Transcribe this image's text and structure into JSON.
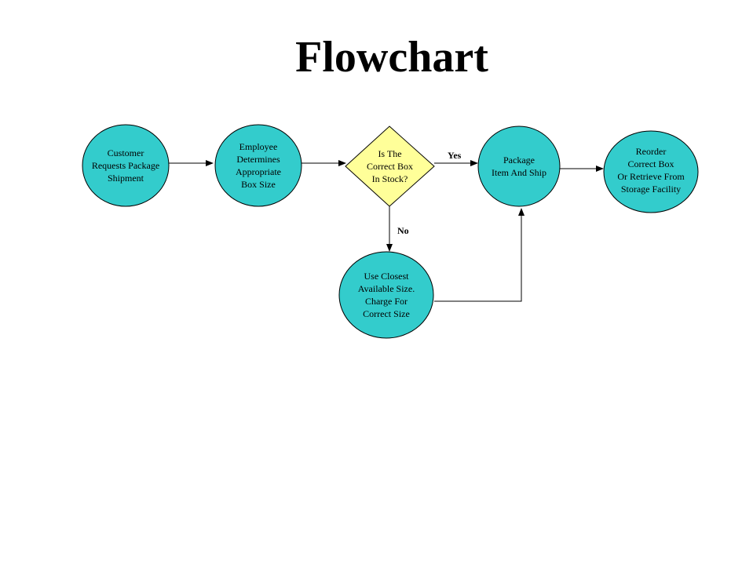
{
  "title": "Flowchart",
  "colors": {
    "process_fill": "#33CCCC",
    "decision_fill": "#FFFF99",
    "stroke": "#000000"
  },
  "nodes": {
    "customer_request": {
      "type": "process",
      "label": "Customer\nRequests Package\nShipment"
    },
    "employee_determines": {
      "type": "process",
      "label": "Employee\nDetermines\nAppropriate\nBox Size"
    },
    "box_in_stock": {
      "type": "decision",
      "label": "Is The\nCorrect Box\nIn Stock?"
    },
    "package_ship": {
      "type": "process",
      "label": "Package\nItem And Ship"
    },
    "reorder_box": {
      "type": "process",
      "label": "Reorder\nCorrect Box\nOr Retrieve From\nStorage Facility"
    },
    "use_closest": {
      "type": "process",
      "label": "Use Closest\nAvailable Size.\nCharge For\nCorrect Size"
    }
  },
  "edges": [
    {
      "from": "customer_request",
      "to": "employee_determines",
      "label": ""
    },
    {
      "from": "employee_determines",
      "to": "box_in_stock",
      "label": ""
    },
    {
      "from": "box_in_stock",
      "to": "package_ship",
      "label": "Yes"
    },
    {
      "from": "package_ship",
      "to": "reorder_box",
      "label": ""
    },
    {
      "from": "box_in_stock",
      "to": "use_closest",
      "label": "No"
    },
    {
      "from": "use_closest",
      "to": "package_ship",
      "label": ""
    }
  ],
  "edge_labels": {
    "yes": "Yes",
    "no": "No"
  }
}
